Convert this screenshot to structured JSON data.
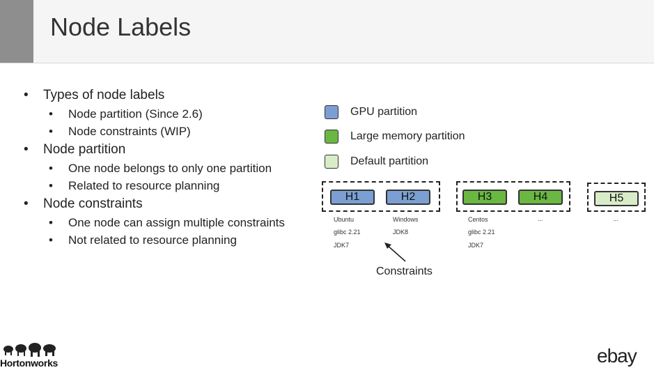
{
  "slide": {
    "title": "Node Labels",
    "bullets": [
      {
        "text": "Types of node labels",
        "sub": [
          "Node partition (Since 2.6)",
          "Node constraints (WIP)"
        ]
      },
      {
        "text": "Node partition",
        "sub": [
          "One node belongs to only one partition",
          "Related to resource planning"
        ]
      },
      {
        "text": "Node constraints",
        "sub": [
          "One node can assign multiple constraints",
          "Not related to resource planning"
        ]
      }
    ]
  },
  "legend": [
    {
      "label": "GPU partition",
      "color": "#7b9fd2"
    },
    {
      "label": "Large memory partition",
      "color": "#6ab842"
    },
    {
      "label": "Default partition",
      "color": "#d8ecc8"
    }
  ],
  "hosts": [
    {
      "name": "H1",
      "color": "#7b9fd2",
      "os": "Ubuntu",
      "glibc": "glibc 2.21",
      "jdk": "JDK7"
    },
    {
      "name": "H2",
      "color": "#7b9fd2",
      "os": "Windows",
      "jdk": "JDK8"
    },
    {
      "name": "H3",
      "color": "#6ab842",
      "os": "Centos",
      "glibc": "glibc 2.21",
      "jdk": "JDK7"
    },
    {
      "name": "H4",
      "color": "#6ab842",
      "os": "..."
    },
    {
      "name": "H5",
      "color": "#d8ecc8",
      "os": "..."
    }
  ],
  "constraints_label": "Constraints",
  "footer": {
    "left_logo": "Hortonworks",
    "right_logo": "ebay",
    "left_icon": "elephant-herd-icon"
  }
}
